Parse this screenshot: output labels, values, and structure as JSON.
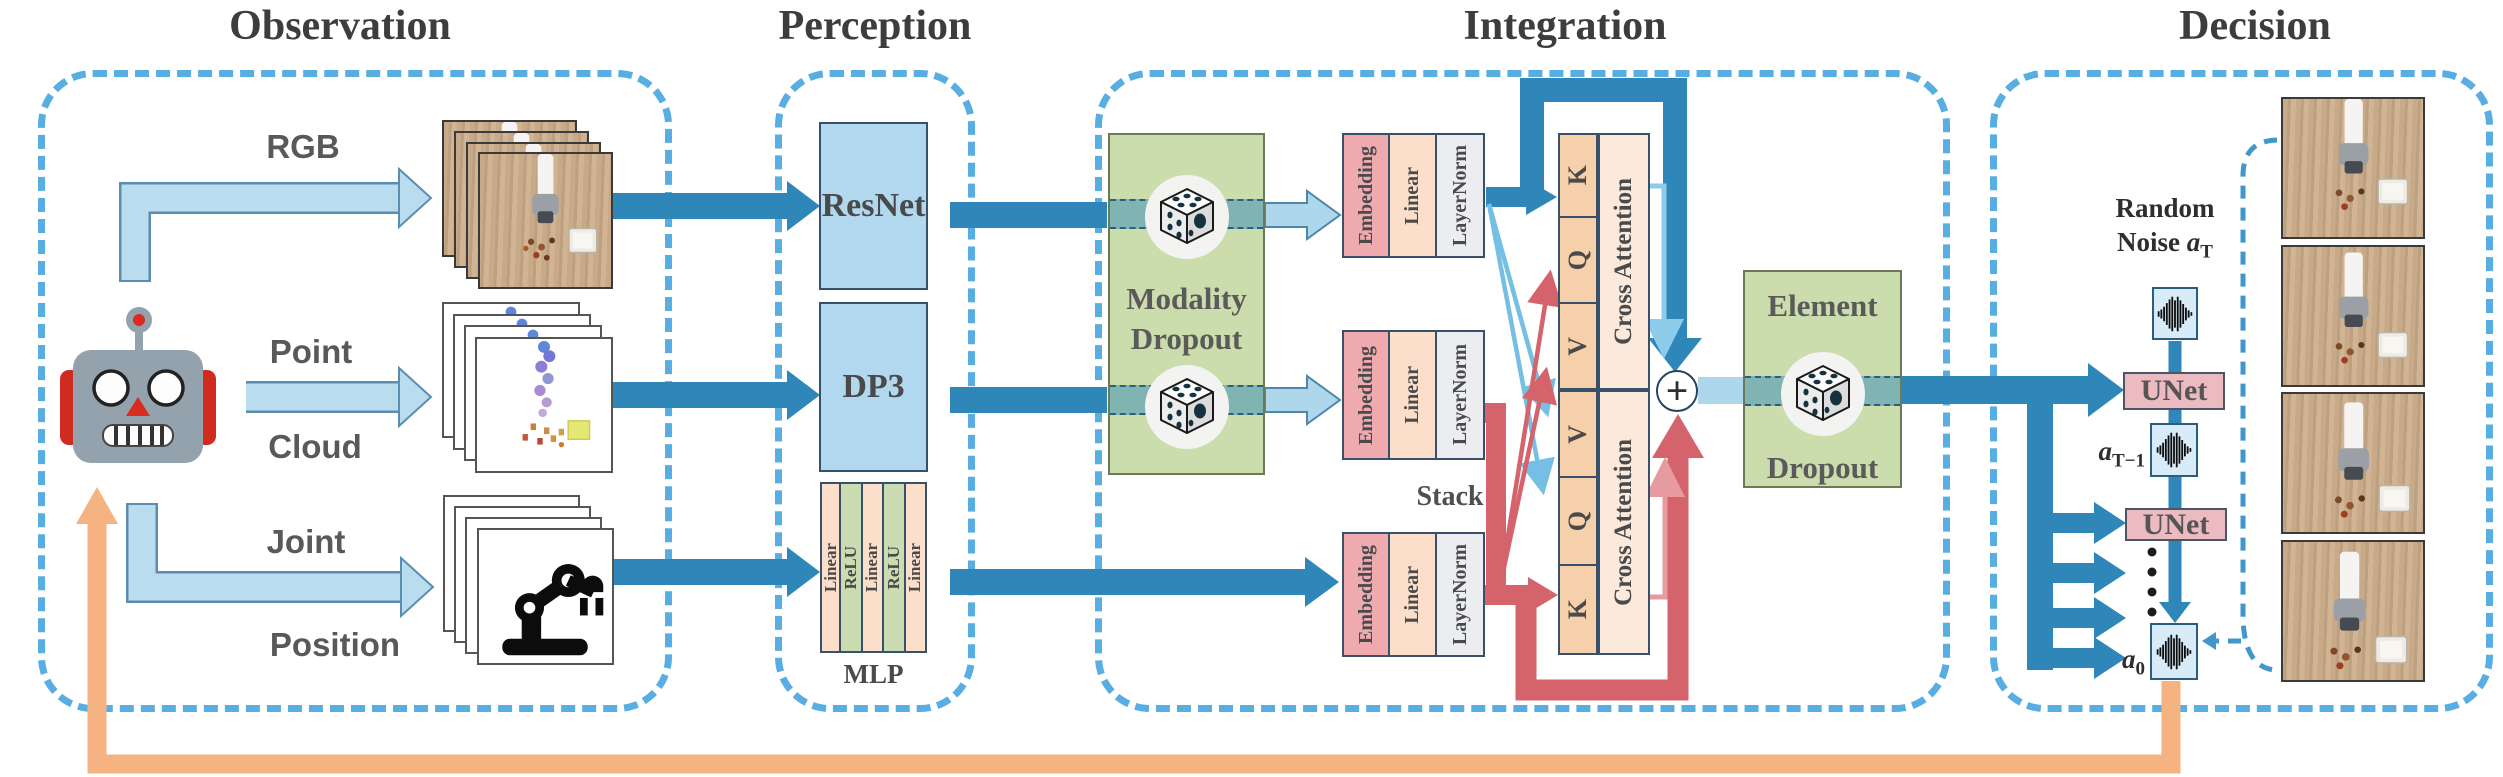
{
  "observation": {
    "title": "Observation",
    "rgb": "RGB",
    "point": "Point",
    "cloud": "Cloud",
    "joint": "Joint",
    "position": "Position"
  },
  "perception": {
    "title": "Perception",
    "resnet": "ResNet",
    "dp3": "DP3",
    "mlp_label": "MLP",
    "mlp_layers": [
      "Linear",
      "ReLU",
      "Linear",
      "ReLU",
      "Linear"
    ]
  },
  "integration": {
    "title": "Integration",
    "modality_line1": "Modality",
    "modality_line2": "Dropout",
    "embedding_blocks": [
      {
        "cells": [
          "Embedding",
          "Linear",
          "LayerNorm"
        ]
      },
      {
        "cells": [
          "Embedding",
          "Linear",
          "LayerNorm"
        ]
      },
      {
        "cells": [
          "Embedding",
          "Linear",
          "LayerNorm"
        ]
      }
    ],
    "stack_label": "Stack",
    "cross_attention_top": {
      "cells": [
        "K",
        "Q",
        "V"
      ],
      "label": "Cross Attention"
    },
    "cross_attention_bottom": {
      "cells": [
        "V",
        "Q",
        "K"
      ],
      "label": "Cross Attention"
    },
    "plus_label": "+",
    "element_line1": "Element",
    "element_line2": "Dropout"
  },
  "decision": {
    "title": "Decision",
    "noise_line1": "Random",
    "noise_line2": "Noise",
    "var": "a",
    "sub_T": "T",
    "sub_T1": "T−1",
    "sub_0": "0",
    "unet_top": "UNet",
    "unet_bottom": "UNet"
  },
  "colors": {
    "panel_dash": "#58ade2",
    "arrow_dark": "#2e87b8",
    "arrow_light": "#b9dcee",
    "red": "#d5636b",
    "pink": "#e79ba1",
    "thin_blue": "#74bfe3",
    "orange": "#f4b381",
    "green_box": "#cbdcad",
    "unet_pink": "#ecbac1",
    "wave_blue": "#d7ebf9"
  }
}
